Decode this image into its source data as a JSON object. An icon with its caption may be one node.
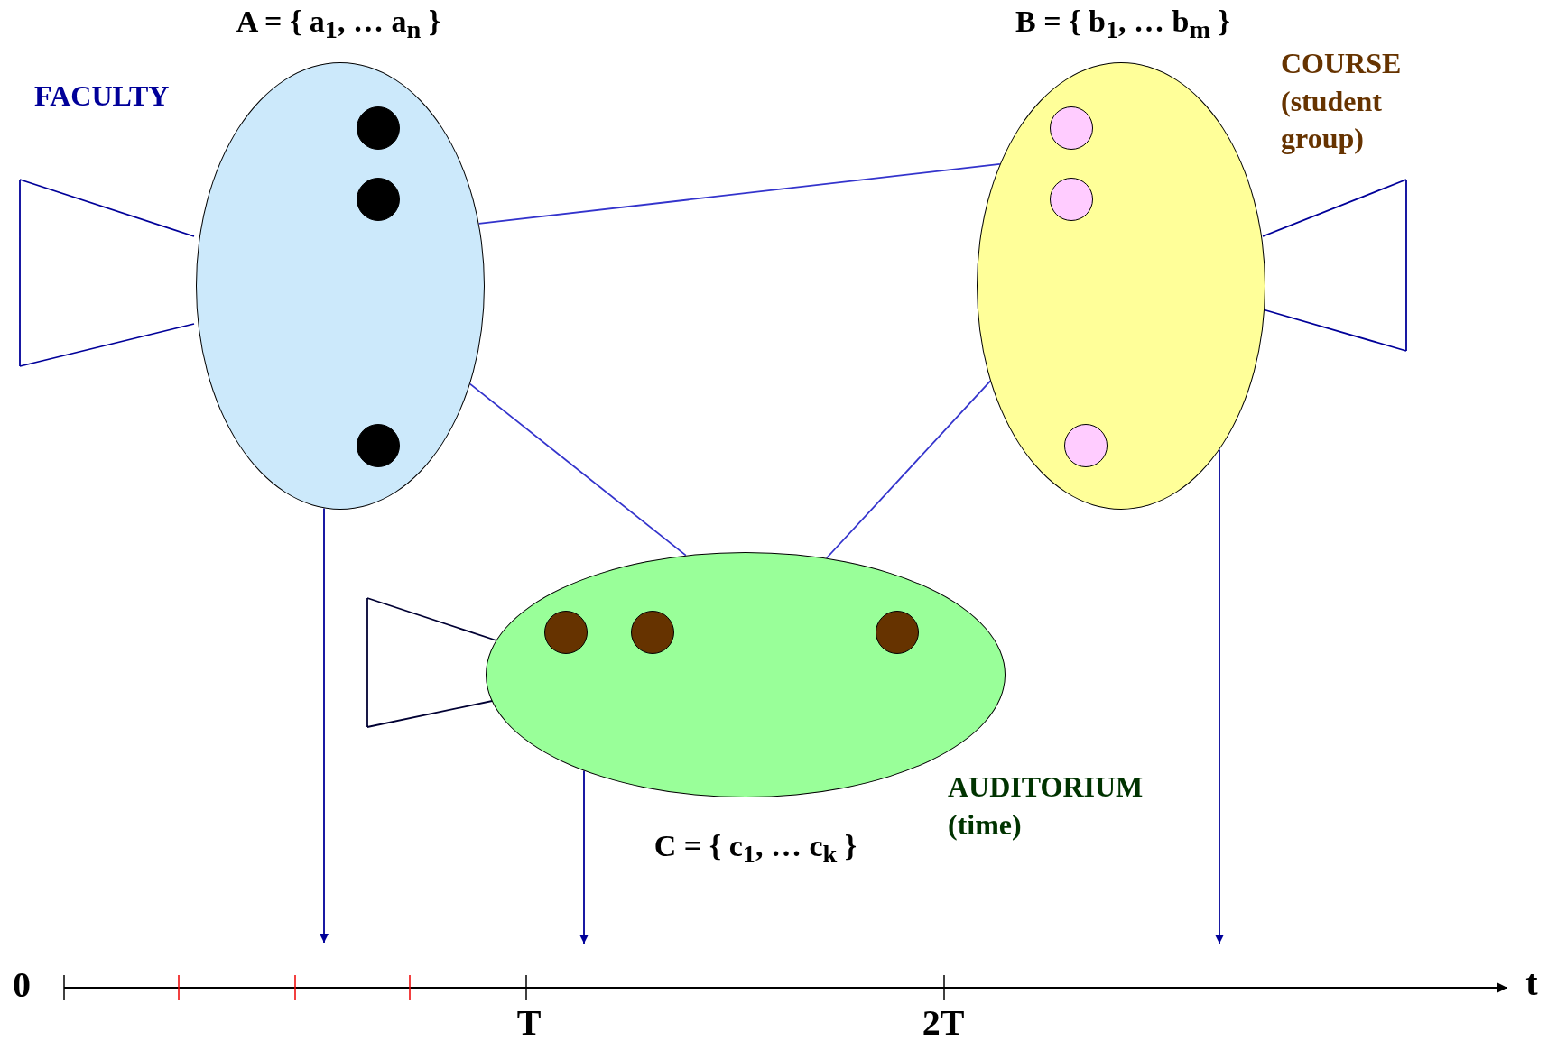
{
  "diagram": {
    "nodes": [
      {
        "text": [
          "A = { a$_{1}$, … a$_{n}$ }"
        ],
        "beside": [
          "FACULTY"
        ]
      },
      {
        "text": [],
        "shape": "circle",
        "in": 0
      },
      {
        "text": [],
        "shape": "circle",
        "in": 0
      },
      {
        "text": [],
        "shape": "circle",
        "in": 0
      },
      {
        "text": [
          "B = { b$_{1}$, … b$_{m}$ }"
        ],
        "beside": [
          "COURSE (student group)"
        ]
      },
      {
        "text": [],
        "shape": "circle",
        "in": 4
      },
      {
        "text": [],
        "shape": "circle",
        "in": 4
      },
      {
        "text": [],
        "shape": "circle",
        "in": 4
      },
      {
        "text": [
          "C = { c$_{1}$, … c$_{k}$ }"
        ],
        "beside": [
          "AUDITORIUM (time)"
        ]
      },
      {
        "text": [],
        "shape": "circle",
        "in": 8
      },
      {
        "text": [],
        "shape": "circle",
        "in": 8
      },
      {
        "text": [],
        "shape": "circle",
        "in": 8
      }
    ],
    "edges": [
      {
        "from": 0,
        "to": 4,
        "arrow": "none"
      },
      {
        "from": 0,
        "to": 8,
        "arrow": "none"
      },
      {
        "from": 4,
        "to": 8,
        "arrow": "none"
      },
      {
        "from": 0,
        "to": null,
        "arrow": "to",
        "color": "#000099"
      },
      {
        "from": 8,
        "to": null,
        "arrow": "to",
        "color": "#000099"
      },
      {
        "from": 4,
        "to": null,
        "arrow": "to",
        "color": "#000099"
      }
    ],
    "labels": [
      "0",
      "T",
      "2T",
      "t"
    ]
  }
}
